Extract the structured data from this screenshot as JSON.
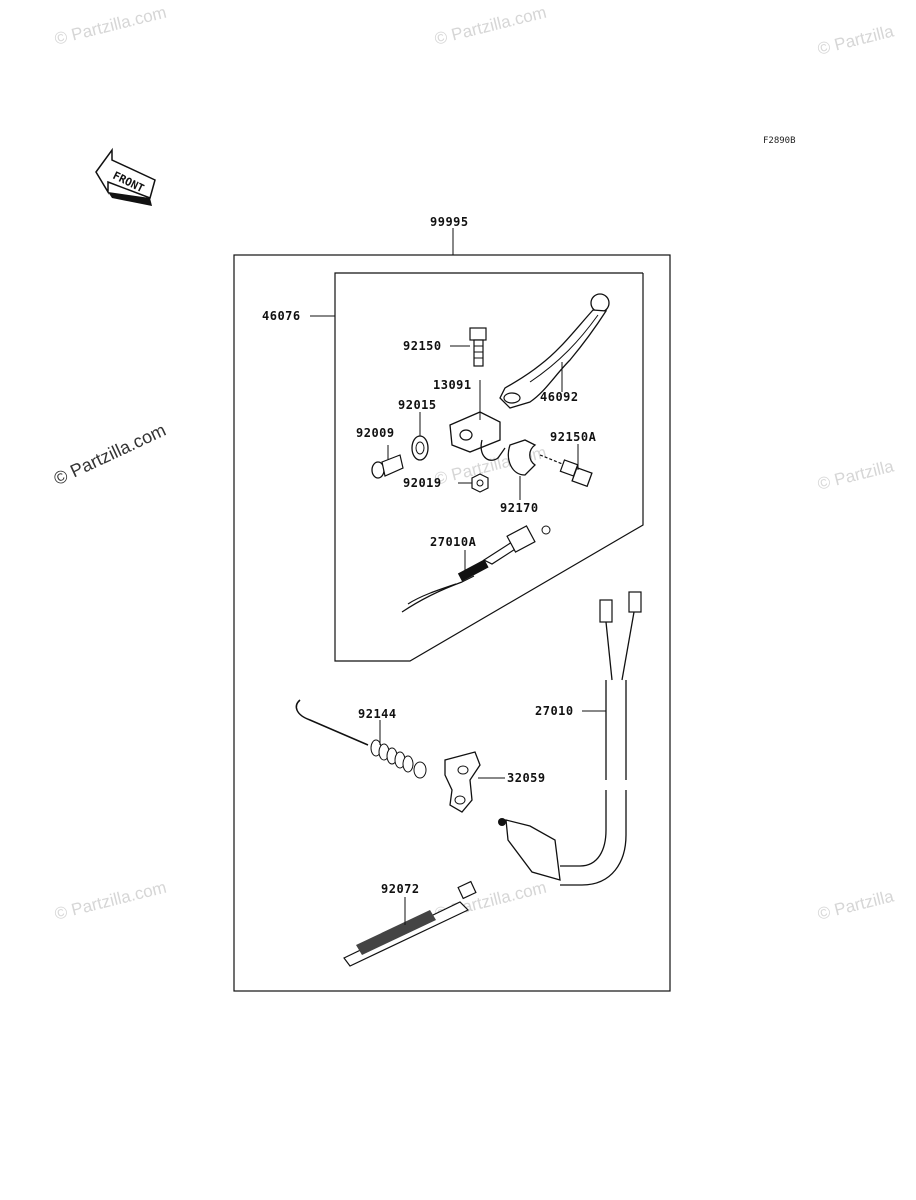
{
  "watermarks": [
    {
      "text": "© Partzilla.com"
    },
    {
      "text": "© Partzilla.com"
    },
    {
      "text": "© Partzilla"
    },
    {
      "text": "© Partzilla.com"
    },
    {
      "text": "© Partzilla.com"
    },
    {
      "text": "© Partzilla"
    },
    {
      "text": "© Partzilla.com"
    },
    {
      "text": "© Partzilla.com"
    },
    {
      "text": "© Partzilla"
    }
  ],
  "figure_code": "F2890B",
  "front_arrow_text": "FRONT",
  "parts": {
    "assembly": "99995",
    "kit": "46076",
    "bolt": "92150",
    "lever": "46092",
    "holder": "13091",
    "washer": "92015",
    "pivot_bolt": "92009",
    "bolt_a": "92150A",
    "nut": "92019",
    "clamp": "92170",
    "switch_a": "27010A",
    "switch": "27010",
    "spring": "92144",
    "bracket": "32059",
    "band": "92072"
  }
}
